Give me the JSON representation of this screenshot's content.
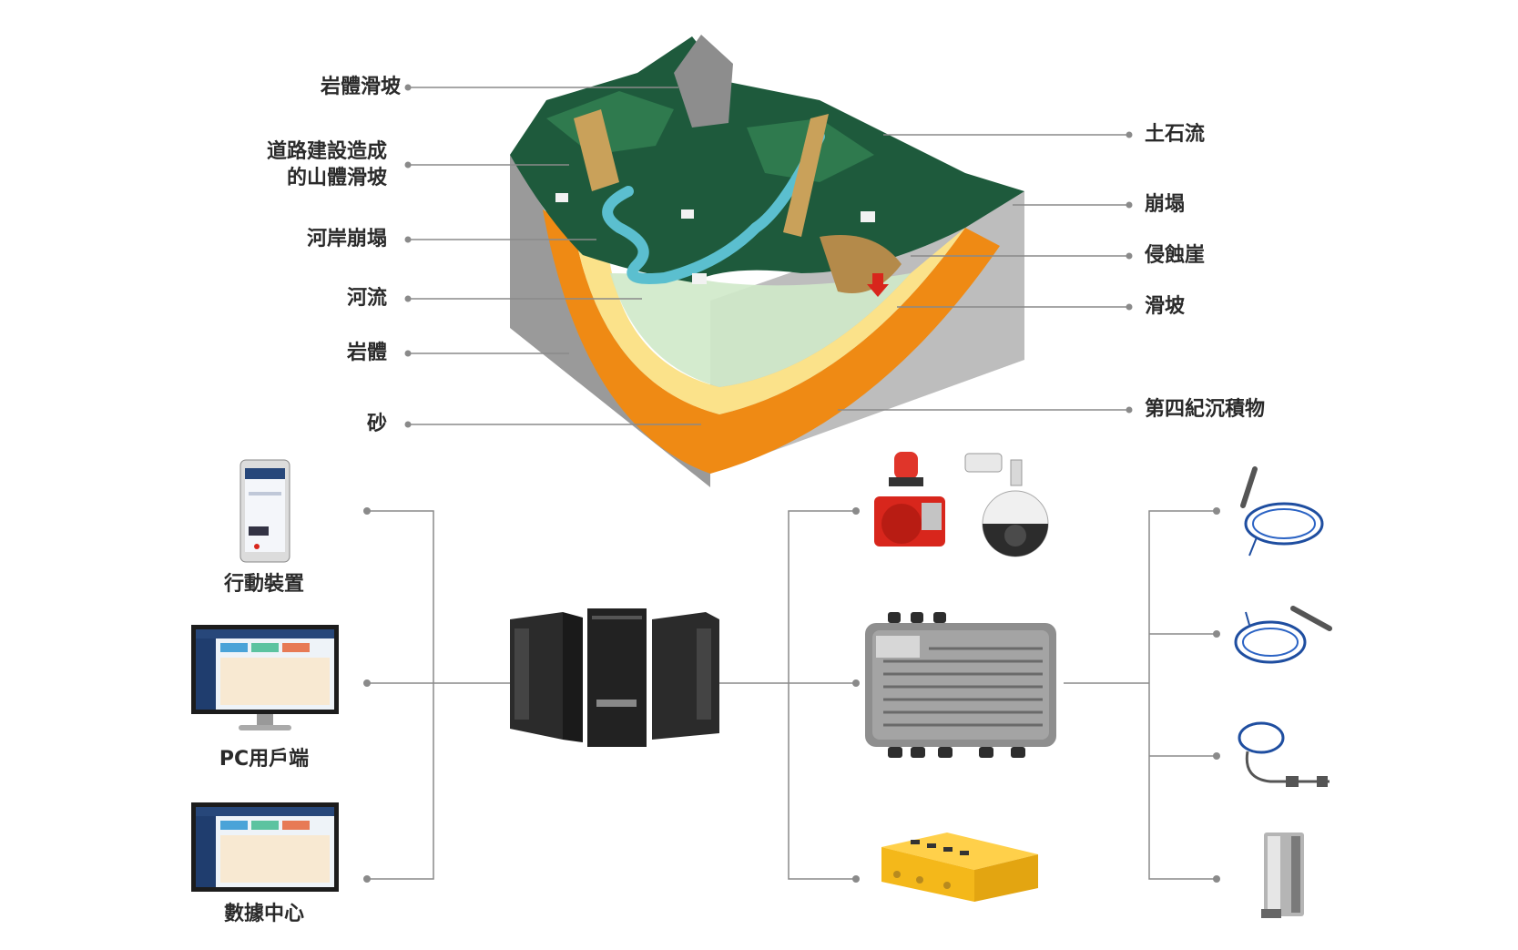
{
  "left_labels": [
    {
      "id": "rock-slide",
      "text": "岩體滑坡"
    },
    {
      "id": "road-slide-1",
      "text": "道路建設造成"
    },
    {
      "id": "road-slide-2",
      "text": "的山體滑坡"
    },
    {
      "id": "bank-collapse",
      "text": "河岸崩塌"
    },
    {
      "id": "river",
      "text": "河流"
    },
    {
      "id": "rock-mass",
      "text": "岩體"
    },
    {
      "id": "sand",
      "text": "砂"
    }
  ],
  "right_labels": [
    {
      "id": "debris-flow",
      "text": "土石流"
    },
    {
      "id": "collapse",
      "text": "崩塌"
    },
    {
      "id": "erosion-cliff",
      "text": "侵蝕崖"
    },
    {
      "id": "landslide",
      "text": "滑坡"
    },
    {
      "id": "quaternary",
      "text": "第四紀沉積物"
    }
  ],
  "clients": [
    {
      "id": "mobile",
      "text": "行動裝置"
    },
    {
      "id": "pc",
      "text": "PC用戶端"
    },
    {
      "id": "datacenter",
      "text": "數據中心"
    }
  ],
  "colors": {
    "connector": "#8a8a8a",
    "rock_gray": "#a8a8a8",
    "bedrock_orange": "#ef8a14",
    "sand_yellow": "#fbe28a",
    "forest_green": "#1e5a3c",
    "water_blue": "#5bbfcf",
    "alarm_red": "#d8261c",
    "gateway_yellow": "#f4b81a"
  }
}
